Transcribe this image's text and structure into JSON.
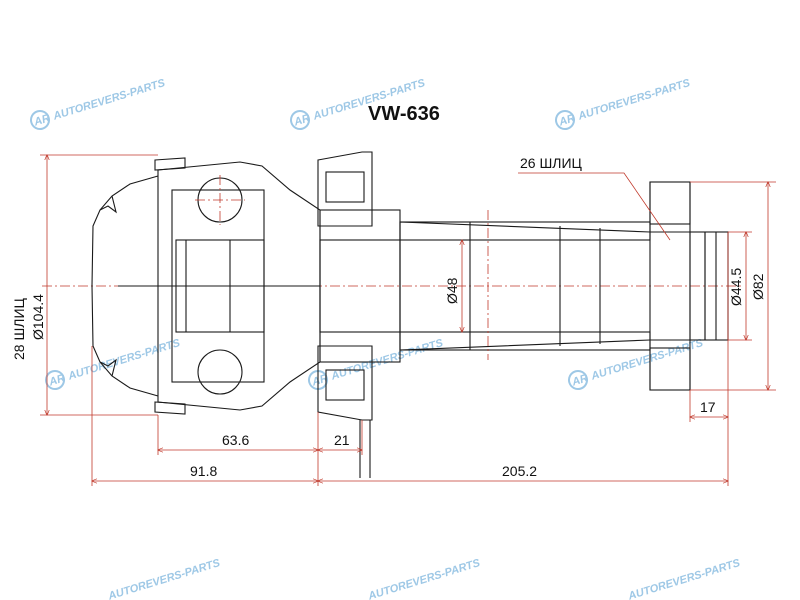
{
  "title": "VW-636",
  "watermark": {
    "text": "AUTOREVERS-PARTS",
    "logo_text": "AR",
    "color": "#9ec8e6"
  },
  "dimensions": {
    "splines_left": "28 ШЛИЦ",
    "dia_left": "Ø104.4",
    "splines_right": "26 ШЛИЦ",
    "dia_shaft": "Ø48",
    "dia_right_inner": "Ø44.5",
    "dia_right_outer": "Ø82",
    "len_a": "63.6",
    "len_b": "21",
    "len_c": "91.8",
    "len_d": "205.2",
    "len_e": "17"
  },
  "colors": {
    "drawing": "#1a1a1a",
    "dimension": "#c0392b"
  }
}
